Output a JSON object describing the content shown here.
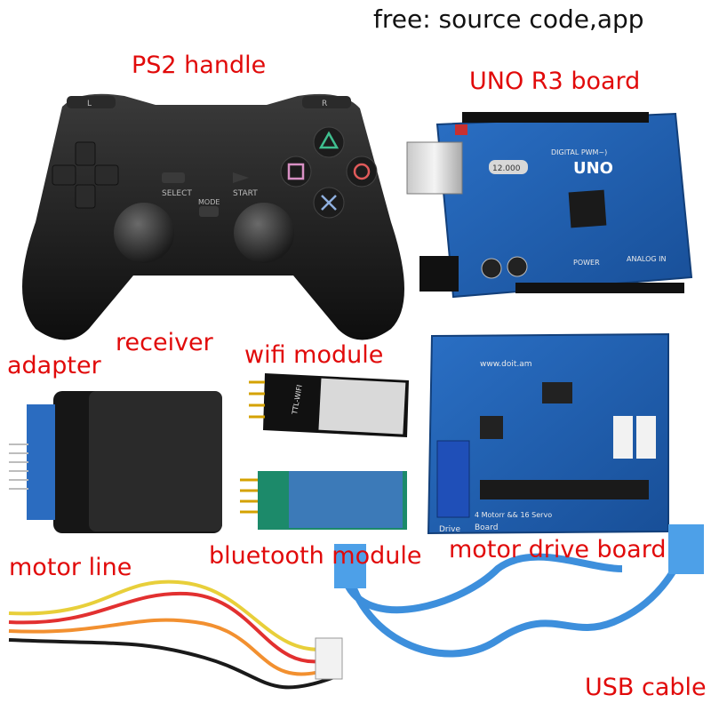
{
  "headline": "free: source code,app",
  "labels": {
    "ps2": "PS2 handle",
    "uno": "UNO R3 board",
    "receiver": "receiver",
    "adapter": "adapter",
    "wifi": "wifi module",
    "bluetooth": "bluetooth module",
    "motor_drive": "motor drive board",
    "motor_line": "motor line",
    "usb": "USB cable"
  },
  "controller": {
    "select": "SELECT",
    "start": "START",
    "mode": "MODE",
    "left": "L",
    "right": "R"
  },
  "uno_board": {
    "name": "UNO",
    "crystal": "12.000",
    "digital": "DIGITAL PWM~)",
    "power": "POWER",
    "analog": "ANALOG IN"
  },
  "wifi_board": {
    "text": "TTL-WIFI"
  },
  "drive_board": {
    "site": "www.doit.am",
    "caption": "4 Motorr && 16 Servo",
    "drive": "Drive",
    "board": "Board"
  },
  "colors": {
    "label_red": "#e10a0a",
    "board_blue": "#1f5fb0",
    "cable_blue": "#3d8fdc"
  }
}
